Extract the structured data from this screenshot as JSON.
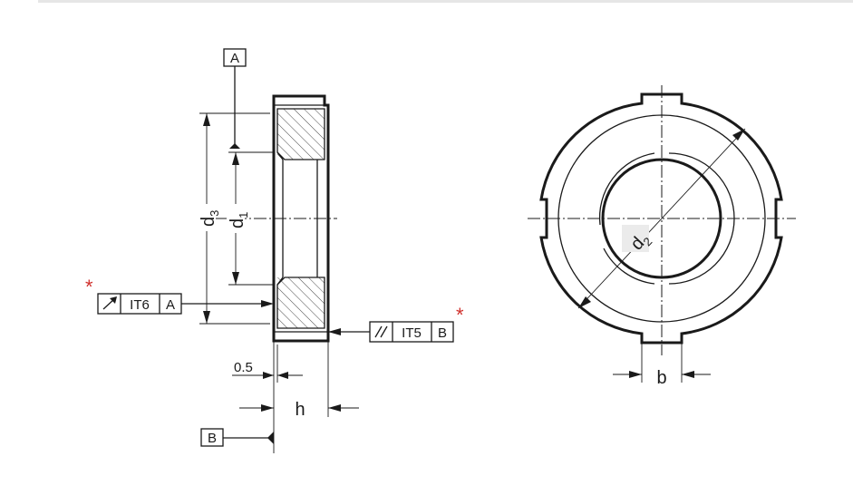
{
  "datum_a": "A",
  "datum_b": "B",
  "dim_d1": "d",
  "dim_d1_sub": "1",
  "dim_d2": "d",
  "dim_d2_sub": "2",
  "dim_d3": "d",
  "dim_d3_sub": "3",
  "dim_chamfer": "0.5",
  "dim_h": "h",
  "dim_b": "b",
  "tol_runout_grade": "IT6",
  "tol_runout_datum": "A",
  "tol_parallel_grade": "IT5",
  "tol_parallel_datum": "B",
  "asterisk": "*",
  "colors": {
    "line": "#1a1a1a",
    "fill": "#ebebeb",
    "asterisk": "#d0312d"
  }
}
